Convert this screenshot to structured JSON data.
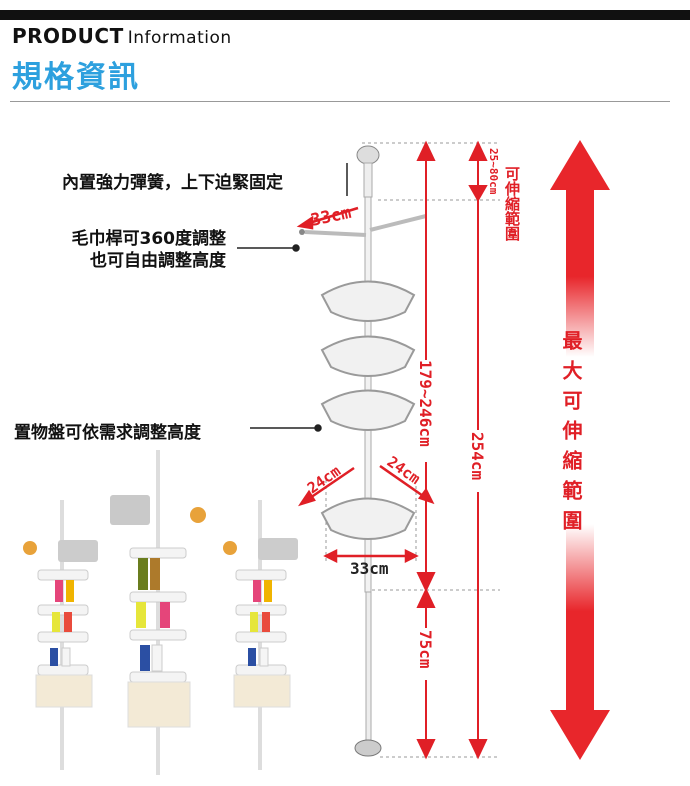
{
  "header": {
    "title_en_bold": "PRODUCT",
    "title_en_light": "Information",
    "title_zh": "規格資訊"
  },
  "callouts": {
    "spring": "內置強力彈簧，上下迫緊固定",
    "towel_line1": "毛巾桿可360度調整",
    "towel_line2": "也可自由調整高度",
    "shelf": "置物盤可依需求調整高度"
  },
  "dimensions": {
    "towel_width": "33cm",
    "tray_side_left": "24cm",
    "tray_side_right": "24cm",
    "tray_front": "33cm",
    "body_height": "179~246cm",
    "base_height": "75cm",
    "total_height": "254cm",
    "adjust_range": "25~80cm",
    "adjust_label": "可伸縮範圍",
    "max_label": "最大可伸縮範圍"
  },
  "colors": {
    "accent_blue": "#2da0de",
    "arrow_red": "#e8262b",
    "dim_red": "#e01f26"
  }
}
